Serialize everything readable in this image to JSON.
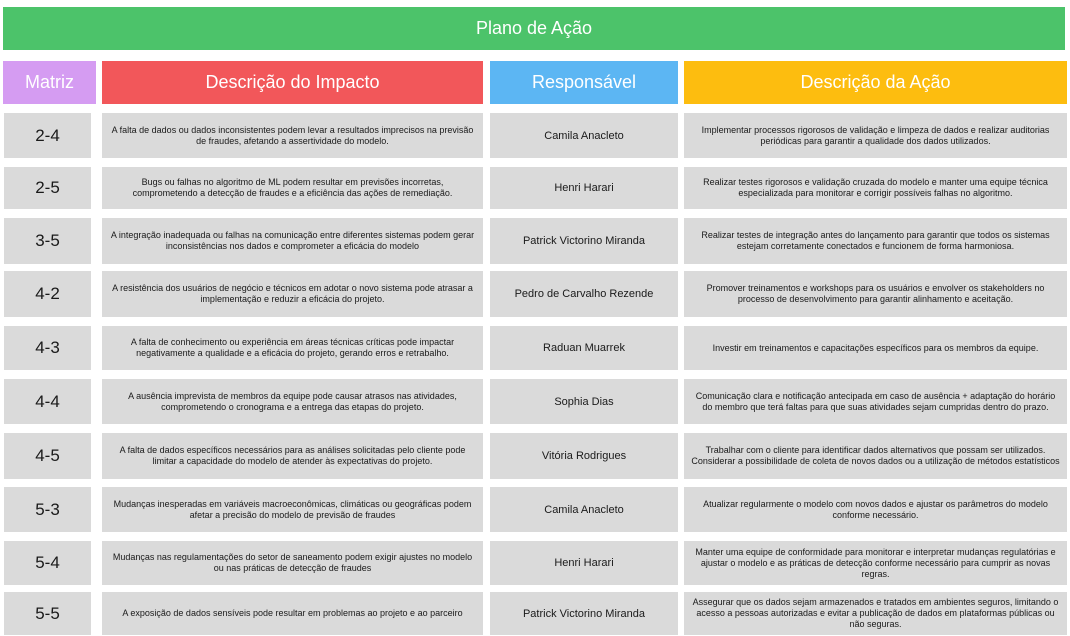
{
  "title": "Plano de Ação",
  "headers": {
    "matriz": "Matriz",
    "impacto": "Descrição do Impacto",
    "responsavel": "Responsável",
    "acao": "Descrição da Ação"
  },
  "rows": [
    {
      "matriz": "2-4",
      "impacto": "A falta de dados ou dados inconsistentes podem levar a resultados imprecisos na previsão de fraudes, afetando a assertividade do modelo.",
      "responsavel": "Camila Anacleto",
      "acao": "Implementar processos rigorosos de validação e limpeza de dados e realizar auditorias periódicas para garantir a qualidade dos dados utilizados."
    },
    {
      "matriz": "2-5",
      "impacto": "Bugs ou falhas no algoritmo de ML podem resultar em previsões incorretas, comprometendo a detecção de fraudes e a eficiência das ações de remediação.",
      "responsavel": "Henri Harari",
      "acao": "Realizar testes rigorosos e validação cruzada do modelo e manter uma equipe técnica especializada para monitorar e corrigir possíveis falhas no algoritmo."
    },
    {
      "matriz": "3-5",
      "impacto": "A integração inadequada ou falhas na comunicação entre diferentes sistemas podem gerar inconsistências nos dados e comprometer a eficácia do modelo",
      "responsavel": "Patrick Victorino Miranda",
      "acao": "Realizar testes de integração antes do lançamento para garantir que todos os sistemas estejam corretamente conectados e funcionem de forma harmoniosa."
    },
    {
      "matriz": "4-2",
      "impacto": "A resistência dos usuários de negócio e técnicos em adotar o novo sistema pode atrasar a implementação e reduzir a eficácia do projeto.",
      "responsavel": "Pedro de Carvalho Rezende",
      "acao": "Promover treinamentos e workshops para os usuários e envolver os stakeholders no processo de desenvolvimento para garantir alinhamento e aceitação."
    },
    {
      "matriz": "4-3",
      "impacto": "A falta de conhecimento ou experiência em áreas técnicas críticas pode impactar negativamente a qualidade e a eficácia do projeto, gerando erros e retrabalho.",
      "responsavel": "Raduan Muarrek",
      "acao": "Investir em treinamentos e capacitações específicos para os membros da equipe."
    },
    {
      "matriz": "4-4",
      "impacto": "A ausência imprevista de membros da equipe pode causar atrasos nas atividades, comprometendo o cronograma e a entrega das etapas do projeto.",
      "responsavel": "Sophia Dias",
      "acao": "Comunicação clara e notificação antecipada em caso de ausência + adaptação do horário do membro que terá faltas para que suas atividades sejam cumpridas dentro do prazo."
    },
    {
      "matriz": "4-5",
      "impacto": "A falta de dados específicos necessários para as análises solicitadas pelo cliente pode limitar a capacidade do modelo de atender às expectativas do projeto.",
      "responsavel": "Vitória Rodrigues",
      "acao": "Trabalhar com o cliente para identificar dados alternativos que possam ser utilizados. Considerar a possibilidade de coleta de novos dados ou a utilização de métodos estatísticos"
    },
    {
      "matriz": "5-3",
      "impacto": "Mudanças inesperadas em variáveis macroeconômicas, climáticas ou geográficas podem afetar a precisão do modelo de previsão de fraudes",
      "responsavel": "Camila Anacleto",
      "acao": "Atualizar regularmente o modelo com novos dados e ajustar os parâmetros do modelo conforme necessário."
    },
    {
      "matriz": "5-4",
      "impacto": "Mudanças nas regulamentações do setor de saneamento podem exigir ajustes no modelo ou nas práticas de detecção de fraudes",
      "responsavel": "Henri Harari",
      "acao": "Manter uma equipe de conformidade para monitorar e interpretar mudanças regulatórias e ajustar o modelo e as práticas de detecção conforme necessário para cumprir as novas regras."
    },
    {
      "matriz": "5-5",
      "impacto": "A exposição de dados sensíveis pode resultar em problemas ao projeto e ao parceiro",
      "responsavel": "Patrick Victorino Miranda",
      "acao": "Assegurar que os dados sejam armazenados e tratados em ambientes seguros, limitando o acesso a pessoas autorizadas e evitar a publicação de dados em plataformas públicas ou não seguras."
    }
  ]
}
